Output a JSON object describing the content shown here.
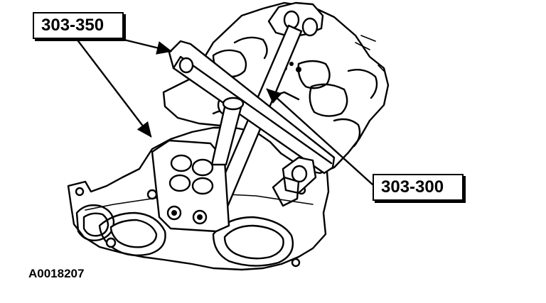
{
  "callouts": {
    "tool_a": "303-350",
    "tool_b": "303-300"
  },
  "figure_id": "A0018207",
  "colors": {
    "ink": "#000000",
    "paper": "#ffffff"
  }
}
